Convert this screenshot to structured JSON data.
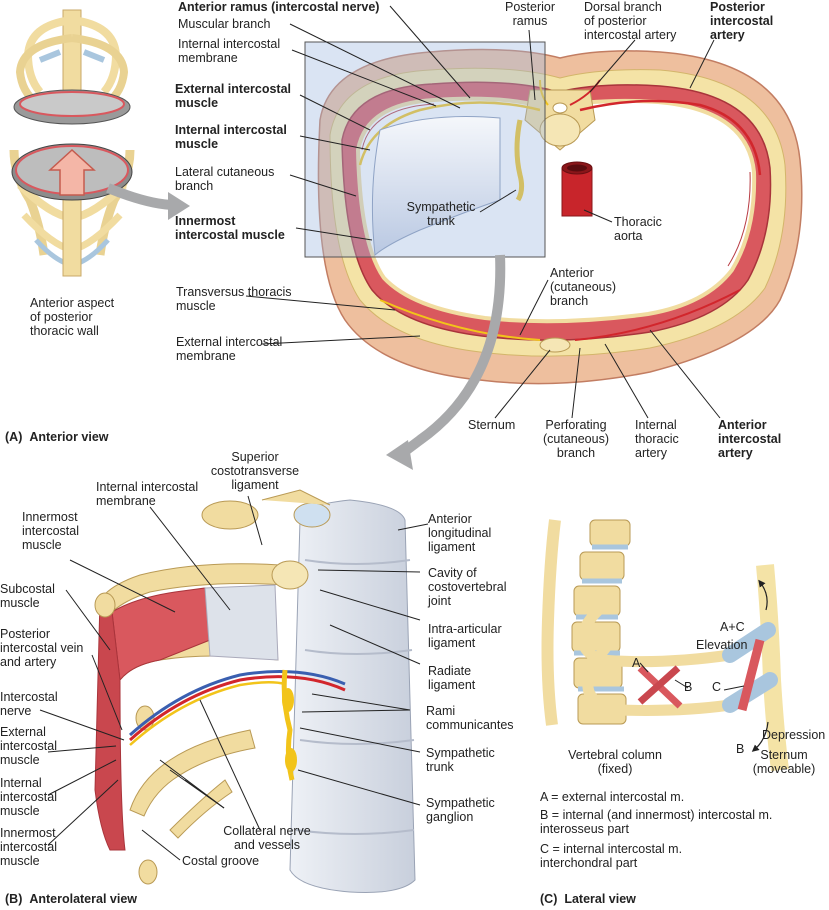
{
  "panels": {
    "a": {
      "letter": "(A)",
      "title": "Anterior view"
    },
    "b": {
      "letter": "(B)",
      "title": "Anterolateral view"
    },
    "c": {
      "letter": "(C)",
      "title": "Lateral view"
    }
  },
  "labels_a": {
    "anterior_ramus": "Anterior ramus (intercostal nerve)",
    "muscular_branch": "Muscular branch",
    "internal_intercostal_membrane": "Internal intercostal\nmembrane",
    "external_intercostal_muscle": "External intercostal\nmuscle",
    "internal_intercostal_muscle": "Internal intercostal\nmuscle",
    "lateral_cutaneous_branch": "Lateral cutaneous\nbranch",
    "innermost_intercostal_muscle": "Innermost\nintercostal muscle",
    "transversus_thoracis_muscle": "Transversus thoracis\nmuscle",
    "external_intercostal_membrane": "External intercostal\nmembrane",
    "posterior_ramus": "Posterior\nramus",
    "dorsal_branch": "Dorsal branch\nof posterior\nintercostal artery",
    "posterior_intercostal_artery": "Posterior\nintercostal\nartery",
    "sympathetic_trunk": "Sympathetic\ntrunk",
    "thoracic_aorta": "Thoracic\naorta",
    "anterior_cutaneous_branch": "Anterior\n(cutaneous)\nbranch",
    "sternum": "Sternum",
    "perforating_branch": "Perforating\n(cutaneous)\nbranch",
    "internal_thoracic_artery": "Internal\nthoracic\nartery",
    "anterior_intercostal_artery": "Anterior\nintercostal\nartery",
    "inset_caption": "Anterior aspect\nof posterior\nthoracic wall"
  },
  "labels_b": {
    "superior_costotransverse_ligament": "Superior\ncostotransverse\nligament",
    "internal_intercostal_membrane": "Internal intercostal\nmembrane",
    "innermost_intercostal_muscle": "Innermost\nintercostal\nmuscle",
    "subcostal_muscle": "Subcostal\nmuscle",
    "posterior_intercostal_vein_artery": "Posterior\nintercostal vein\nand artery",
    "intercostal_nerve": "Intercostal\nnerve",
    "external_intercostal_muscle": "External\nintercostal\nmuscle",
    "internal_intercostal_muscle": "Internal\nintercostal\nmuscle",
    "innermost_intercostal_muscle_2": "Innermost\nintercostal\nmuscle",
    "costal_groove": "Costal groove",
    "collateral_nerve_vessels": "Collateral nerve\nand vessels",
    "anterior_longitudinal_ligament": "Anterior\nlongitudinal\nligament",
    "cavity_costovertebral_joint": "Cavity of\ncostovertebral\njoint",
    "intra_articular_ligament": "Intra-articular\nligament",
    "radiate_ligament": "Radiate\nligament",
    "rami_communicantes": "Rami\ncommunicantes",
    "sympathetic_trunk": "Sympathetic\ntrunk",
    "sympathetic_ganglion": "Sympathetic\nganglion"
  },
  "labels_c": {
    "a_plus_c": "A+C",
    "elevation": "Elevation",
    "a": "A",
    "b": "B",
    "c": "C",
    "b_bottom": "B",
    "depression": "Depression",
    "vertebral_column": "Vertebral column\n(fixed)",
    "sternum": "Sternum\n(moveable)"
  },
  "legend_c": [
    "A = external intercostal m.",
    "B = internal (and innermost) intercostal m.\n       interosseus part",
    "C = internal intercostal m.\n       interchondral part"
  ],
  "colors": {
    "bone": "#f1dca0",
    "muscle": "#d9585e",
    "muscle_dark": "#b83c44",
    "skin": "#eebf9e",
    "fat": "#f4e3a6",
    "ligament": "#dde2ea",
    "nerve": "#f2c41a",
    "artery": "#d2262c",
    "vein": "#3a5fb0",
    "cartilage": "#a9c6de",
    "arrow": "#a8a9ab",
    "lung_blue": "#c9d7ec"
  }
}
